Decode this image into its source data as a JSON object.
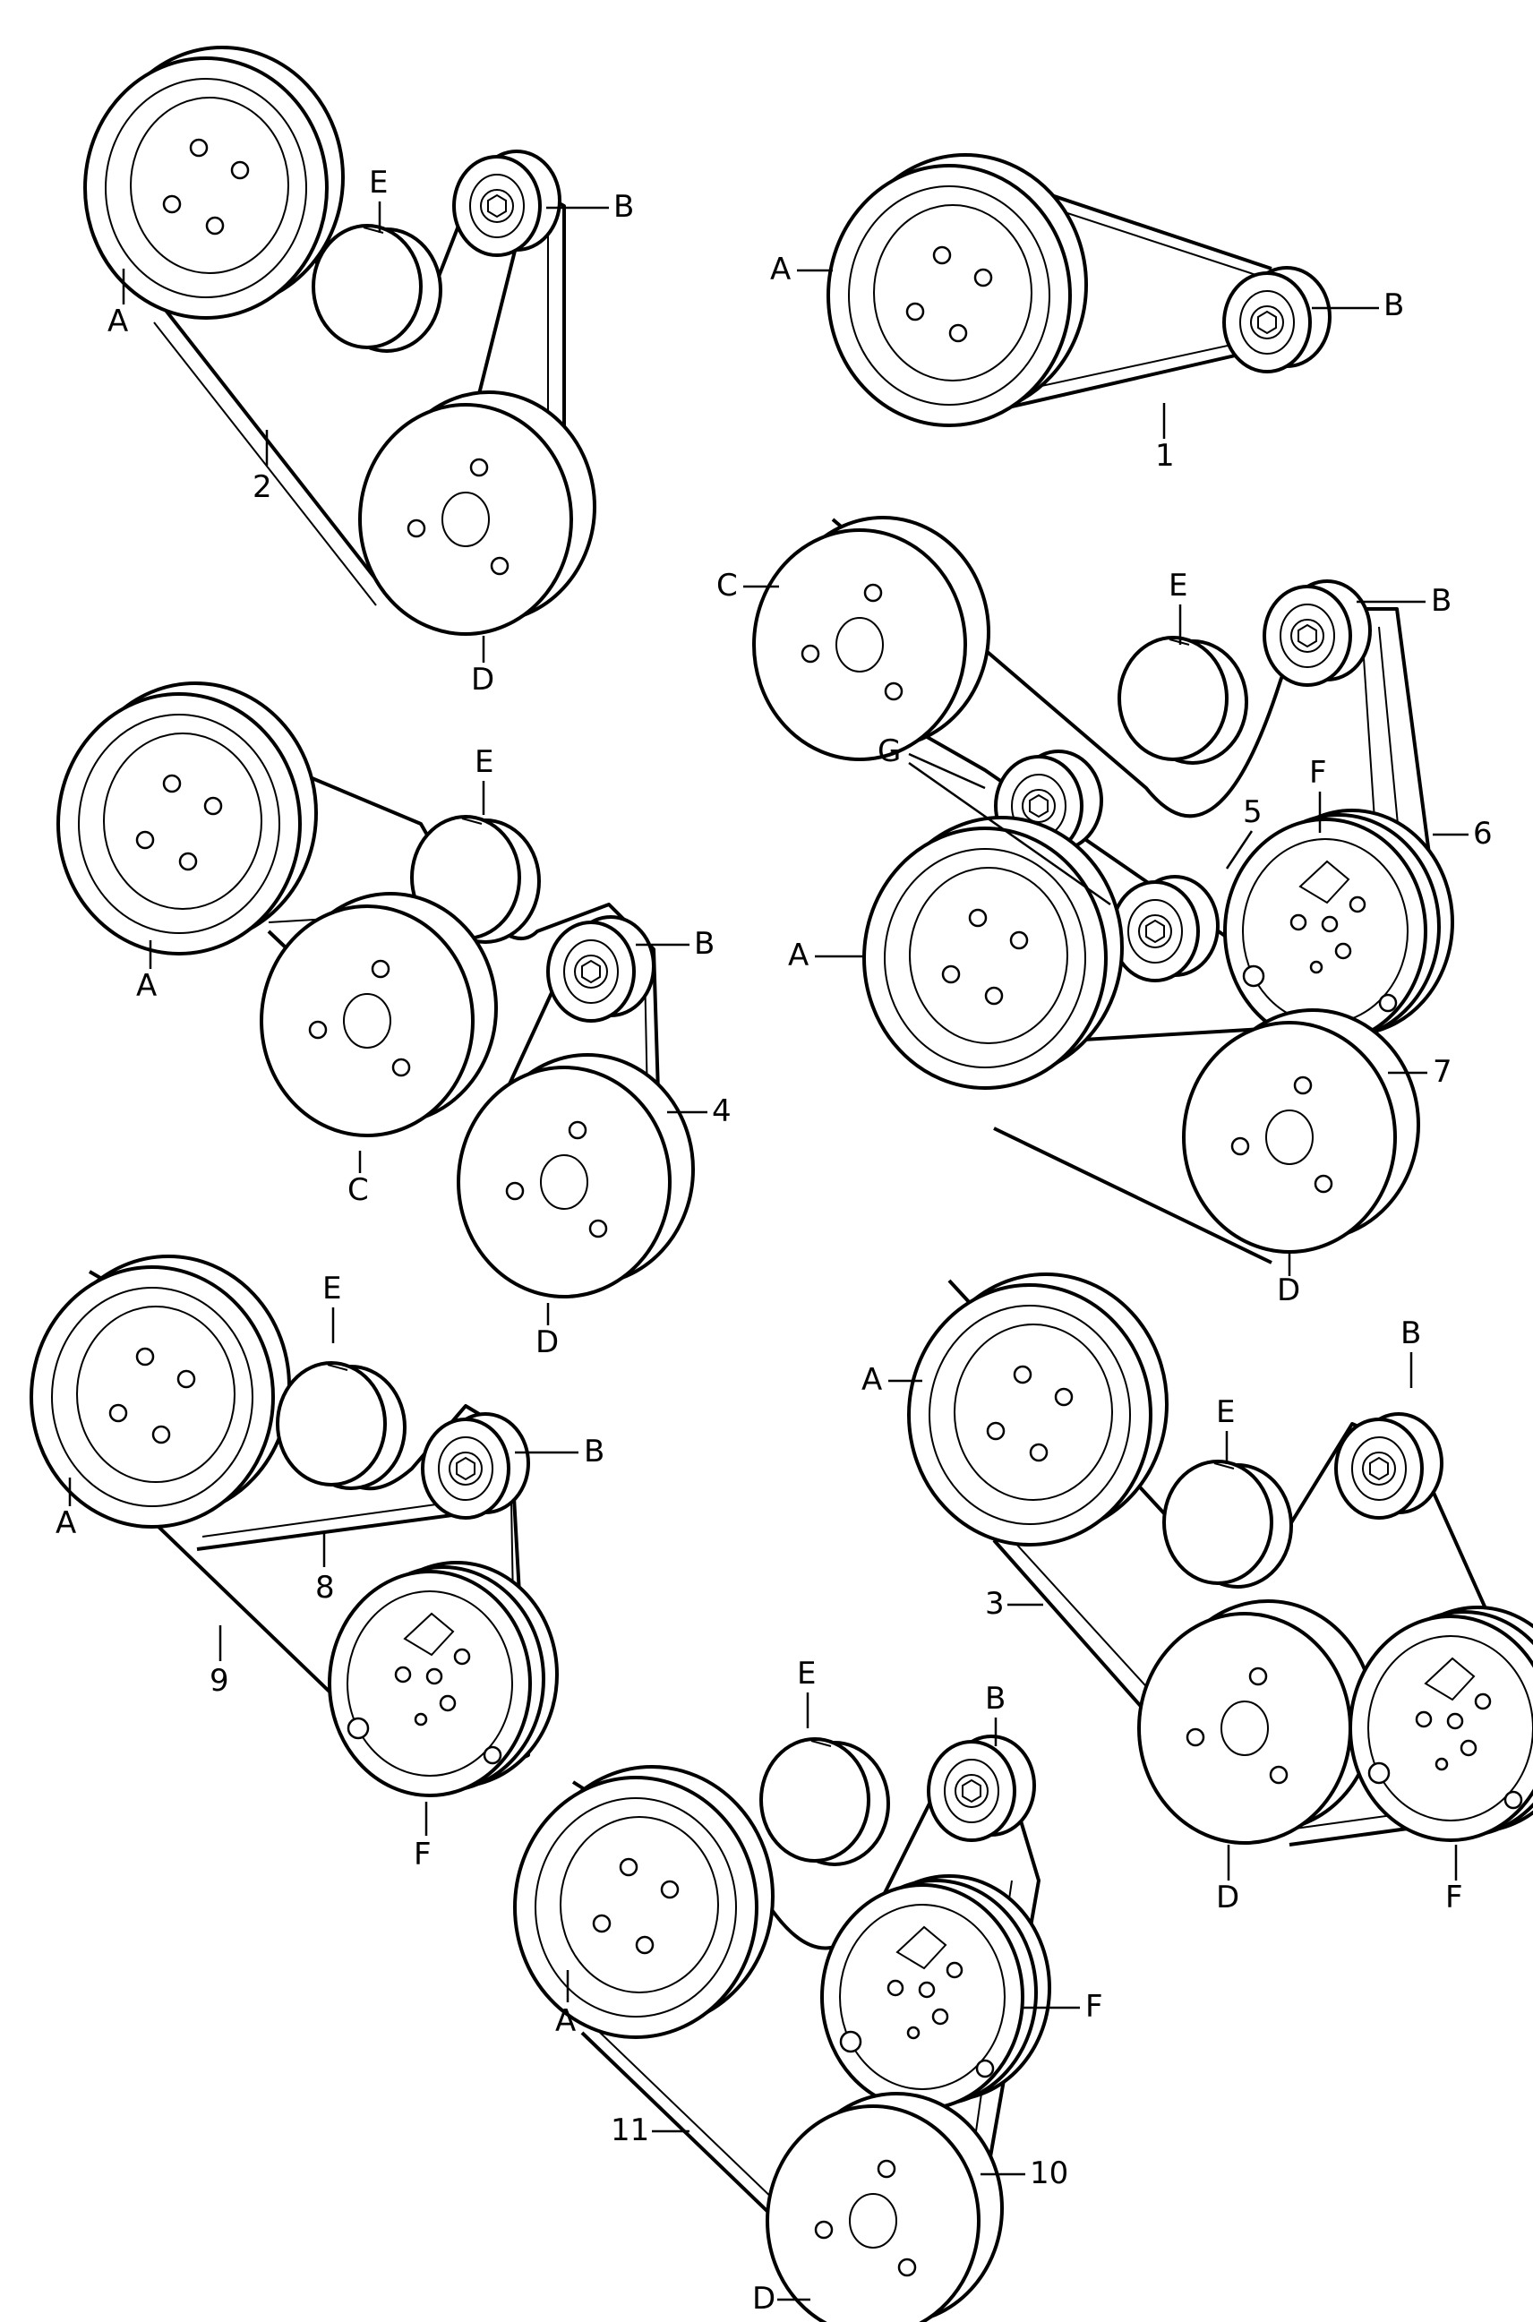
{
  "labels": {
    "a": "A",
    "b": "B",
    "c": "C",
    "d": "D",
    "e": "E",
    "f": "F",
    "g": "G",
    "n1": "1",
    "n2": "2",
    "n3": "3",
    "n4": "4",
    "n5": "5",
    "n6": "6",
    "n7": "7",
    "n8": "8",
    "n9": "9",
    "n10": "10",
    "n11": "11"
  }
}
